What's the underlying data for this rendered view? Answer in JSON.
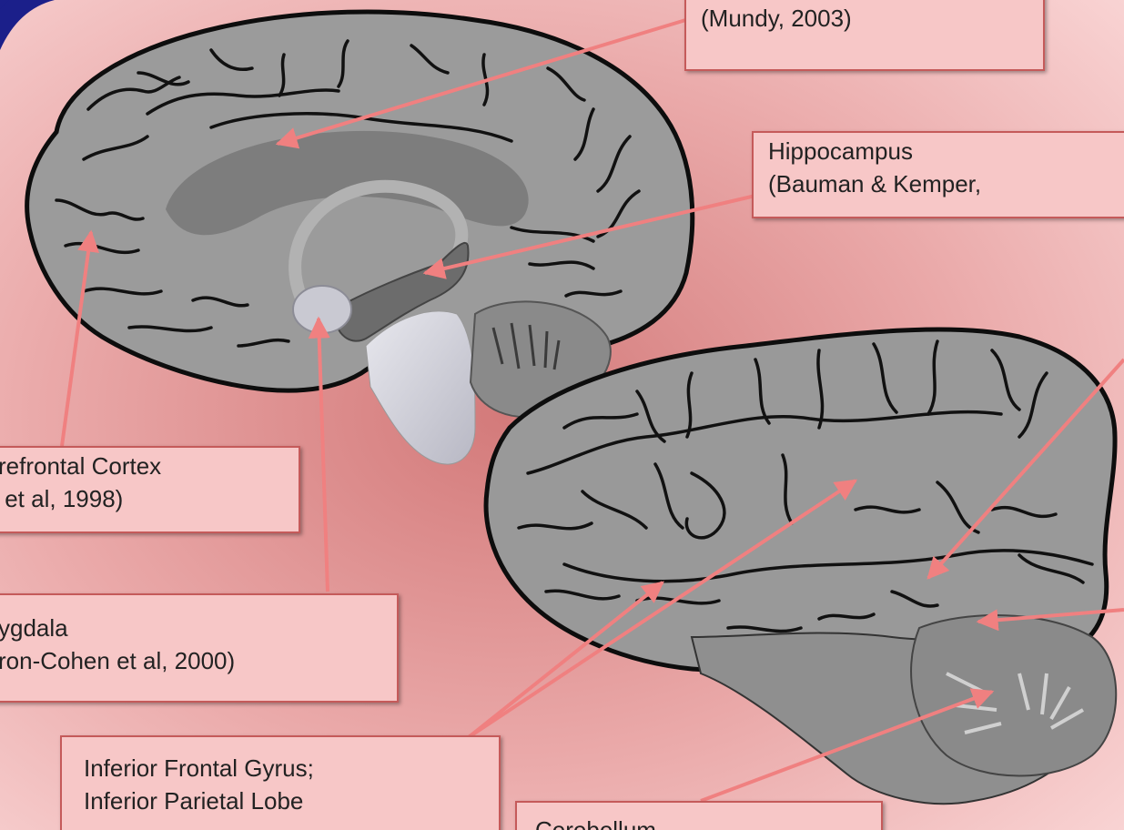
{
  "labels": {
    "cingulate": {
      "line1": "",
      "line2": "(Mundy, 2003)"
    },
    "hippocampus": {
      "line1": "Hippocampus",
      "line2": "(Bauman & Kemper,"
    },
    "prefrontal": {
      "line1": "refrontal Cortex",
      "line2": " et al, 1998)"
    },
    "amygdala": {
      "line1": "ygdala",
      "line2": "ron-Cohen et al, 2000)"
    },
    "frontal_parietal": {
      "line1": "Inferior Frontal Gyrus;",
      "line2": "Inferior Parietal Lobe"
    },
    "cerebellum": {
      "line1": "Cerebellum",
      "line2": ""
    }
  },
  "colors": {
    "background_center": "#d98585",
    "background_edge": "#f6c9c9",
    "frame": "#1b1f8a",
    "brain": "#9a9a9a",
    "brain_dark": "#6e6e6e",
    "sulci": "#111111",
    "arrow": "#f08080"
  }
}
